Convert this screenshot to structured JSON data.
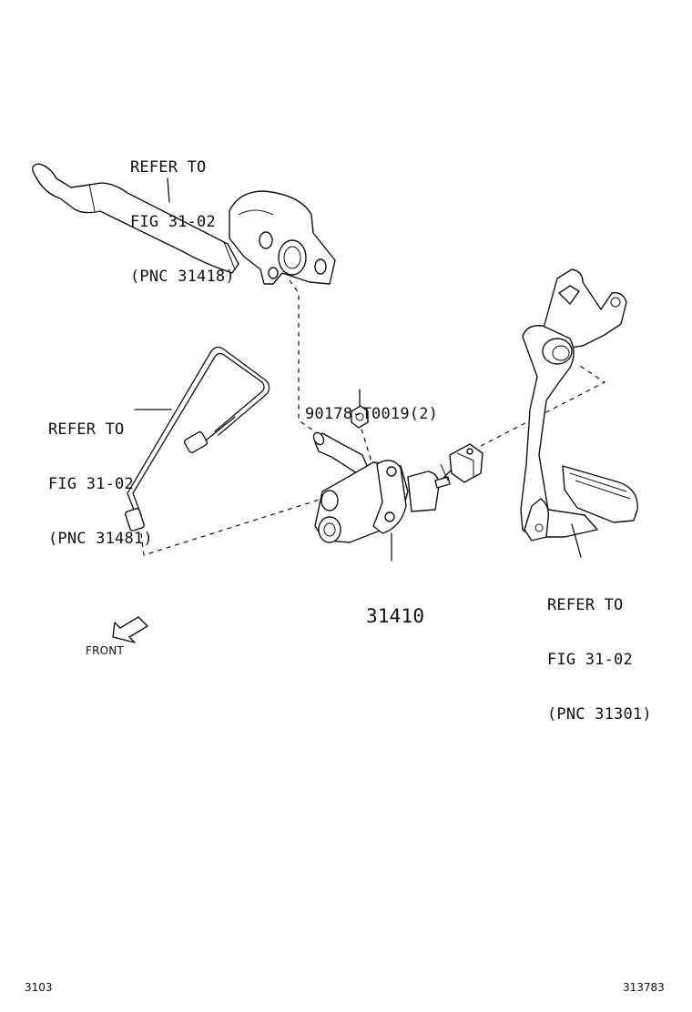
{
  "callouts": {
    "hose": {
      "line1": "REFER TO",
      "line2": "FIG 31-02",
      "line3": "(PNC 31418)"
    },
    "tube": {
      "line1": "REFER TO",
      "line2": "FIG 31-02",
      "line3": "(PNC 31481)"
    },
    "pedal": {
      "line1": "REFER TO",
      "line2": "FIG 31-02",
      "line3": "(PNC 31301)"
    },
    "nut": "90178-T0019(2)",
    "master_cylinder": "31410"
  },
  "front_label": "FRONT",
  "footer": {
    "left": "3103",
    "right": "313783"
  }
}
